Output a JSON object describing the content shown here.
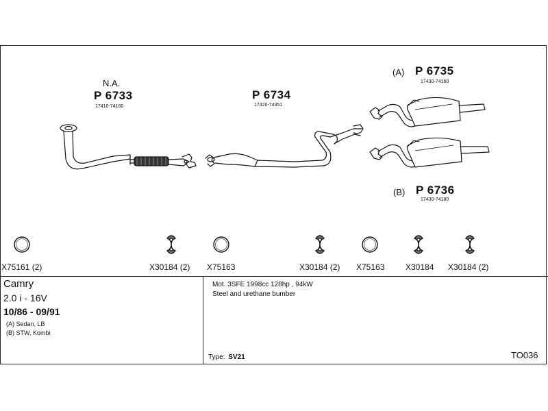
{
  "parts": {
    "p6733": {
      "qualifier": "N.A.",
      "number": "P 6733",
      "code": "17410-74160"
    },
    "p6734": {
      "number": "P 6734",
      "code": "17420-74351"
    },
    "p6735": {
      "variant": "(A)",
      "number": "P 6735",
      "code": "17430-74160"
    },
    "p6736": {
      "variant": "(B)",
      "number": "P 6736",
      "code": "17430-74180"
    }
  },
  "fittings": [
    {
      "code": "X75161 (2)",
      "icon": "ring-gasket-icon"
    },
    {
      "code": "X30184 (2)",
      "icon": "rubber-hanger-icon"
    },
    {
      "code": "X75163",
      "icon": "ring-gasket-icon"
    },
    {
      "code": "X30184 (2)",
      "icon": "rubber-hanger-icon"
    },
    {
      "code": "X75163",
      "icon": "ring-gasket-icon"
    },
    {
      "code": "X30184",
      "icon": "rubber-hanger-icon"
    },
    {
      "code": "X30184 (2)",
      "icon": "rubber-hanger-icon"
    }
  ],
  "vehicle": {
    "model": "Camry",
    "engine": "2.0 i - 16V",
    "years": "10/86 - 09/91",
    "variant_a": "(A) Sedan, LB",
    "variant_b": "(B) STW, Kombi"
  },
  "notes": {
    "motor": "Mot. 3SFE 1998cc 128hp , 94kW",
    "material": "Steel and urethane bumber",
    "type_label": "Type:",
    "type_value": "SV21"
  },
  "catalog_code": "TO036"
}
